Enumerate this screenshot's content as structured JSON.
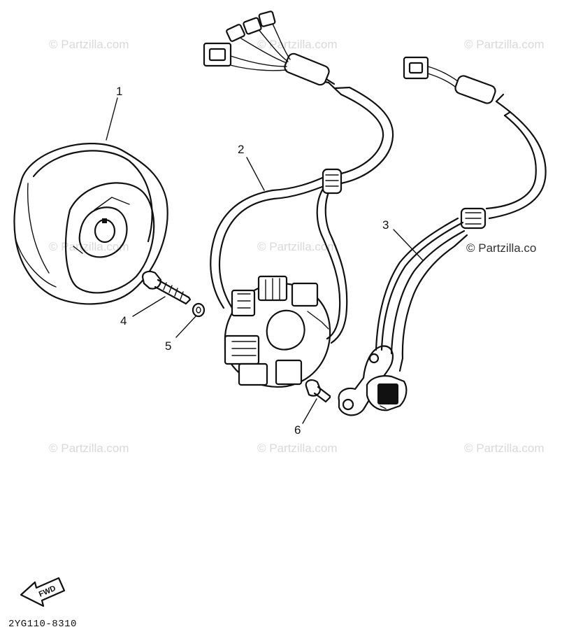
{
  "diagram": {
    "callouts": {
      "c1": "1",
      "c2": "2",
      "c3": "3",
      "c4": "4",
      "c5": "5",
      "c6": "6"
    },
    "watermark_text": "© Partzilla.com",
    "watermark_right": "© Partzilla.co",
    "direction_label": "FWD",
    "drawing_code": "2YG110-8310"
  }
}
